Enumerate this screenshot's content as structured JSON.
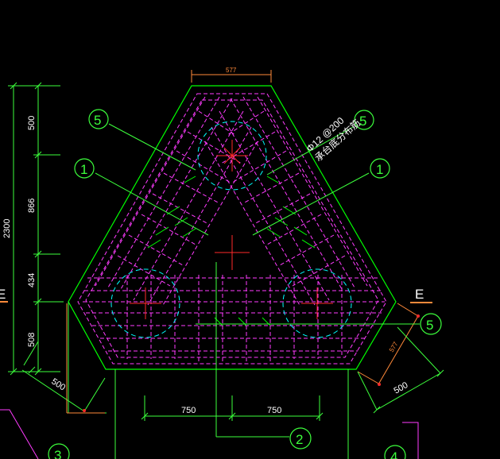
{
  "dimensions": {
    "top_width": "577",
    "right_diag_orange": "577",
    "left_500": "500",
    "right_500": "500",
    "bottom_left": "750",
    "bottom_right": "750",
    "vert_total": "2300",
    "vert_500_top": "500",
    "vert_866": "866",
    "vert_434": "434",
    "vert_508": "508"
  },
  "rebar_note": {
    "line1": "Φ12 @200",
    "line2": "承台底分布筋"
  },
  "section_mark": "E",
  "bubbles": {
    "b5_top_left": "5",
    "b5_top_right": "5",
    "b1_left": "1",
    "b1_right": "1",
    "b5_right": "5",
    "b2_bottom": "2",
    "b3_bottom_left": "3",
    "b4_bottom_right": "4"
  },
  "colors": {
    "outline": "#00ff00",
    "rebar": "#ff3cff",
    "pile": "#00ffff",
    "center_mark": "#ff2a2a",
    "dimension": "#ff8a3a",
    "dim_ext": "#3cff3c",
    "background": "#000000"
  }
}
